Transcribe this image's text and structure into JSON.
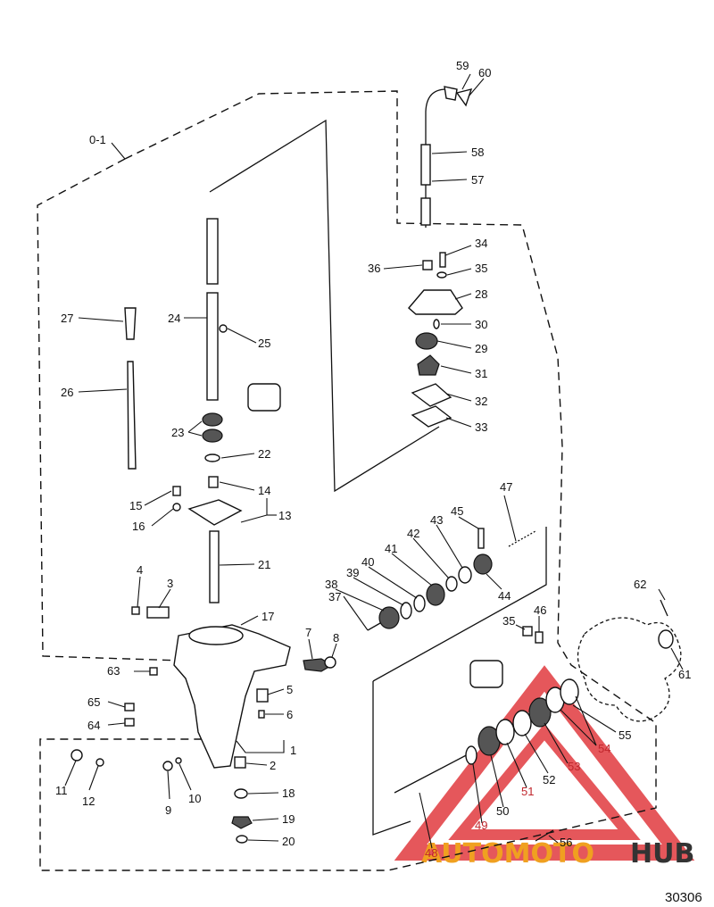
{
  "figure_number": "30306",
  "assembly_label": "0-1",
  "watermark": {
    "text_part1": "AUTOMOTO",
    "text_part2": "HUB",
    "color_red": "#e03a3e",
    "color_orange": "#f0a020",
    "color_dark": "#333333"
  },
  "callouts": {
    "c1": "1",
    "c2": "2",
    "c3": "3",
    "c4": "4",
    "c5": "5",
    "c6": "6",
    "c7": "7",
    "c8": "8",
    "c9": "9",
    "c10": "10",
    "c11": "11",
    "c12": "12",
    "c13": "13",
    "c14": "14",
    "c15": "15",
    "c16": "16",
    "c17": "17",
    "c18": "18",
    "c19": "19",
    "c20": "20",
    "c21": "21",
    "c22": "22",
    "c23": "23",
    "c24": "24",
    "c25": "25",
    "c26": "26",
    "c27": "27",
    "c28": "28",
    "c29": "29",
    "c30": "30",
    "c31": "31",
    "c32": "32",
    "c33": "33",
    "c34": "34",
    "c35a": "35",
    "c35b": "35",
    "c36": "36",
    "c37": "37",
    "c38": "38",
    "c39": "39",
    "c40": "40",
    "c41": "41",
    "c42": "42",
    "c43": "43",
    "c44": "44",
    "c45": "45",
    "c46": "46",
    "c47": "47",
    "c48": "48",
    "c49": "49",
    "c50": "50",
    "c51": "51",
    "c52": "52",
    "c53": "53",
    "c54": "54",
    "c55": "55",
    "c56": "56",
    "c57": "57",
    "c58": "58",
    "c59": "59",
    "c60": "60",
    "c61": "61",
    "c62": "62",
    "c63": "63",
    "c64": "64",
    "c65": "65"
  }
}
